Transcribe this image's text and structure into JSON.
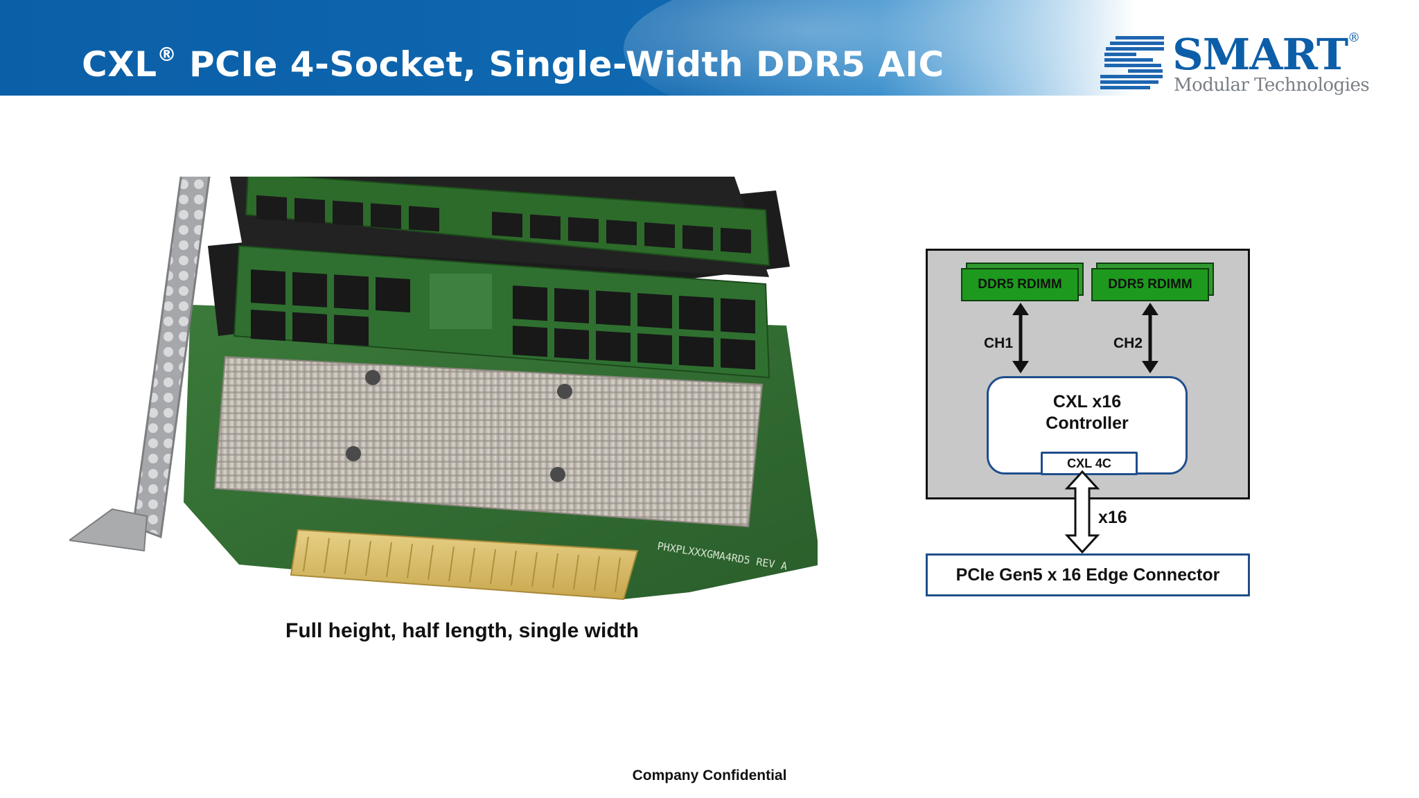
{
  "header": {
    "title": "CXL",
    "title_mark": "®",
    "title_rest": " PCIe 4-Socket, Single-Width DDR5 AIC"
  },
  "logo": {
    "name": "SMART",
    "mark": "®",
    "subtitle": "Modular Technologies"
  },
  "photo": {
    "board_print": "PHXPLXXXGMA4RD5  REV A"
  },
  "caption": "Full height, half length, single width",
  "diagram": {
    "dimm_left": "DDR5 RDIMM",
    "dimm_right": "DDR5 RDIMM",
    "channel_left": "CH1",
    "channel_right": "CH2",
    "controller_line1": "CXL x16",
    "controller_line2": "Controller",
    "controller_port": "CXL 4C",
    "link_width": "x16",
    "edge_connector": "PCIe Gen5 x 16 Edge Connector"
  },
  "footer": "Company Confidential",
  "colors": {
    "header_blue": "#0b5fa7",
    "logo_blue": "#0d5ea8",
    "dimm_green": "#1d9a1d",
    "diagram_gray": "#c8c8c8",
    "controller_border": "#1f4e8c"
  }
}
